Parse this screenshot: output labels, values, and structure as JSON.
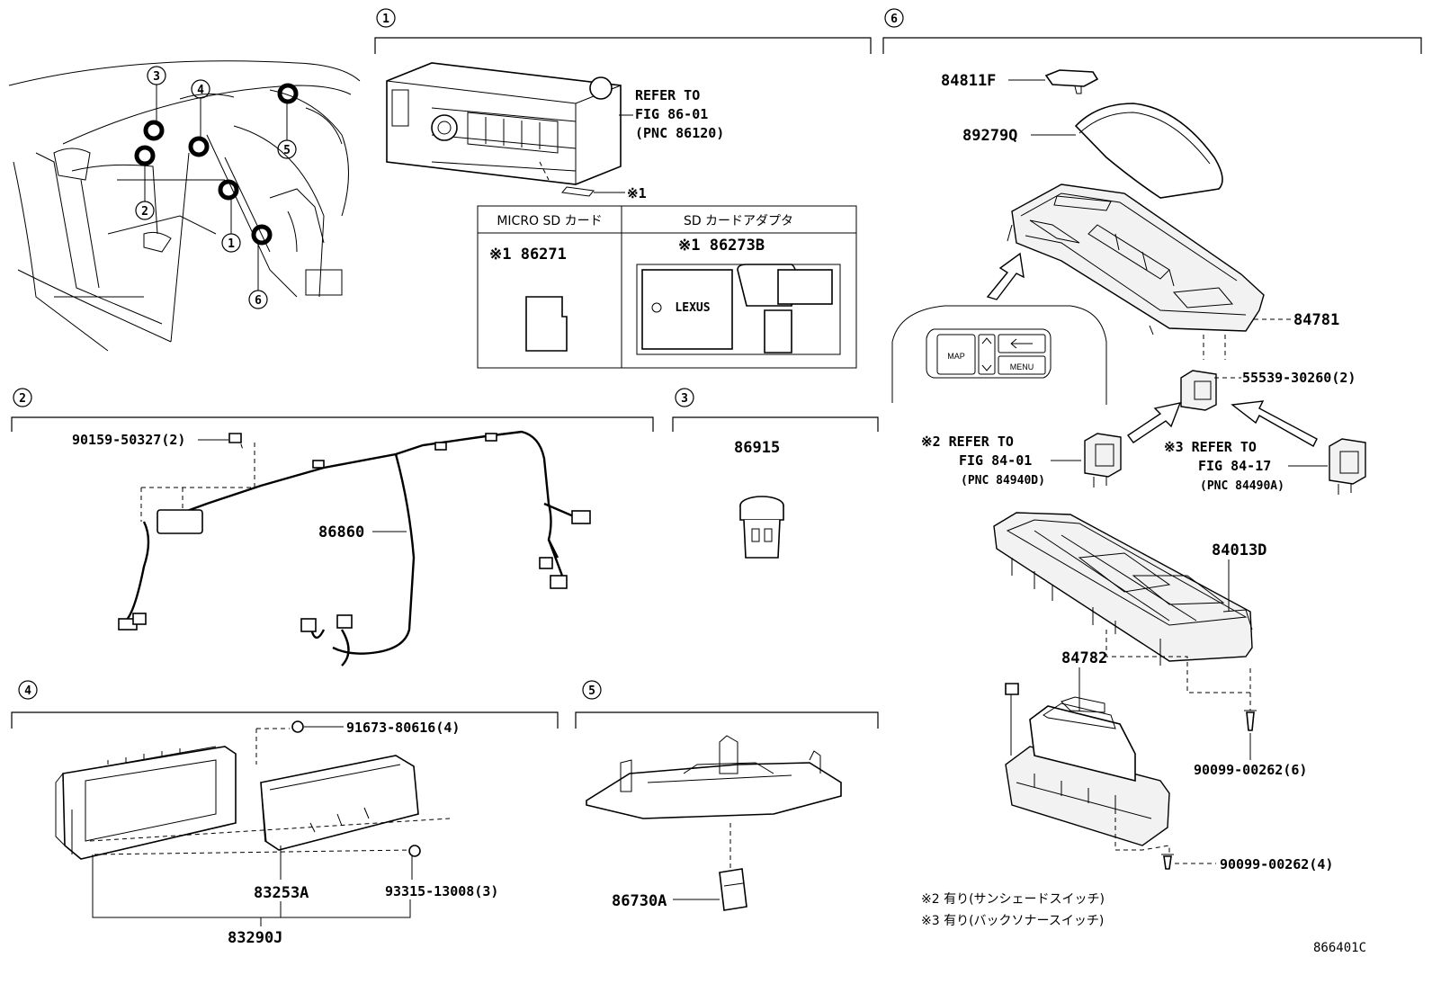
{
  "sections": {
    "s1": "1",
    "s2": "2",
    "s3": "3",
    "s4": "4",
    "s5": "5",
    "s6": "6"
  },
  "overview": {
    "callouts": [
      "1",
      "2",
      "3",
      "4",
      "5",
      "6"
    ]
  },
  "section1": {
    "refer": [
      "REFER TO",
      "FIG 86-01",
      "(PNC 86120)"
    ],
    "note_mark": "※1",
    "table": {
      "col1_header": "MICRO SD カード",
      "col2_header": "SD カードアダプタ",
      "col1_part": "※1 86271",
      "col2_part": "※1 86273B",
      "logo_text": "LEXUS"
    }
  },
  "section2": {
    "bolt": "90159-50327(2)",
    "harness": "86860"
  },
  "section3": {
    "part": "86915"
  },
  "section4": {
    "screw": "91673-80616(4)",
    "screw2": "93315-13008(3)",
    "bezel": "83253A",
    "assy": "83290J"
  },
  "section5": {
    "part": "86730A"
  },
  "section6": {
    "p1": "84811F",
    "p2": "89279Q",
    "p3": "84781",
    "p4": "55539-30260(2)",
    "ref2": [
      "※2 REFER TO",
      "FIG 84-01",
      "(PNC 84940D)"
    ],
    "ref3": [
      "※3 REFER TO",
      "FIG 84-17",
      "(PNC 84490A)"
    ],
    "p5": "84013D",
    "p6": "84782",
    "p7": "90099-00262(6)",
    "p8": "90099-00262(4)",
    "inset_map": "MAP",
    "inset_menu": "MENU"
  },
  "notes": {
    "n2": "※2 有り(サンシェードスイッチ)",
    "n3": "※3 有り(バックソナースイッチ)"
  },
  "figure_id": "866401C"
}
